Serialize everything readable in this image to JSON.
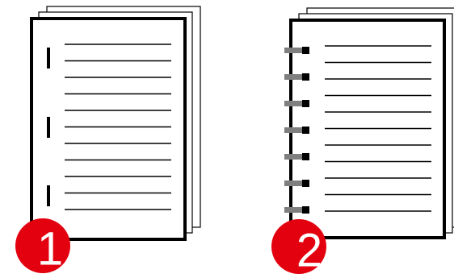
{
  "colors": {
    "page_outline": "#000000",
    "page_fill": "#ffffff",
    "rule_line": "#000000",
    "staple": "#000000",
    "ring_binding": "#7f7f7f",
    "badge_fill": "#e3000f",
    "badge_text": "#ffffff"
  },
  "figures": [
    {
      "binding": "staple",
      "badge_label": "1",
      "staple_count": 3,
      "rule_line_count": 11
    },
    {
      "binding": "ring",
      "badge_label": "2",
      "ring_count": 7,
      "rule_line_count": 11
    }
  ]
}
